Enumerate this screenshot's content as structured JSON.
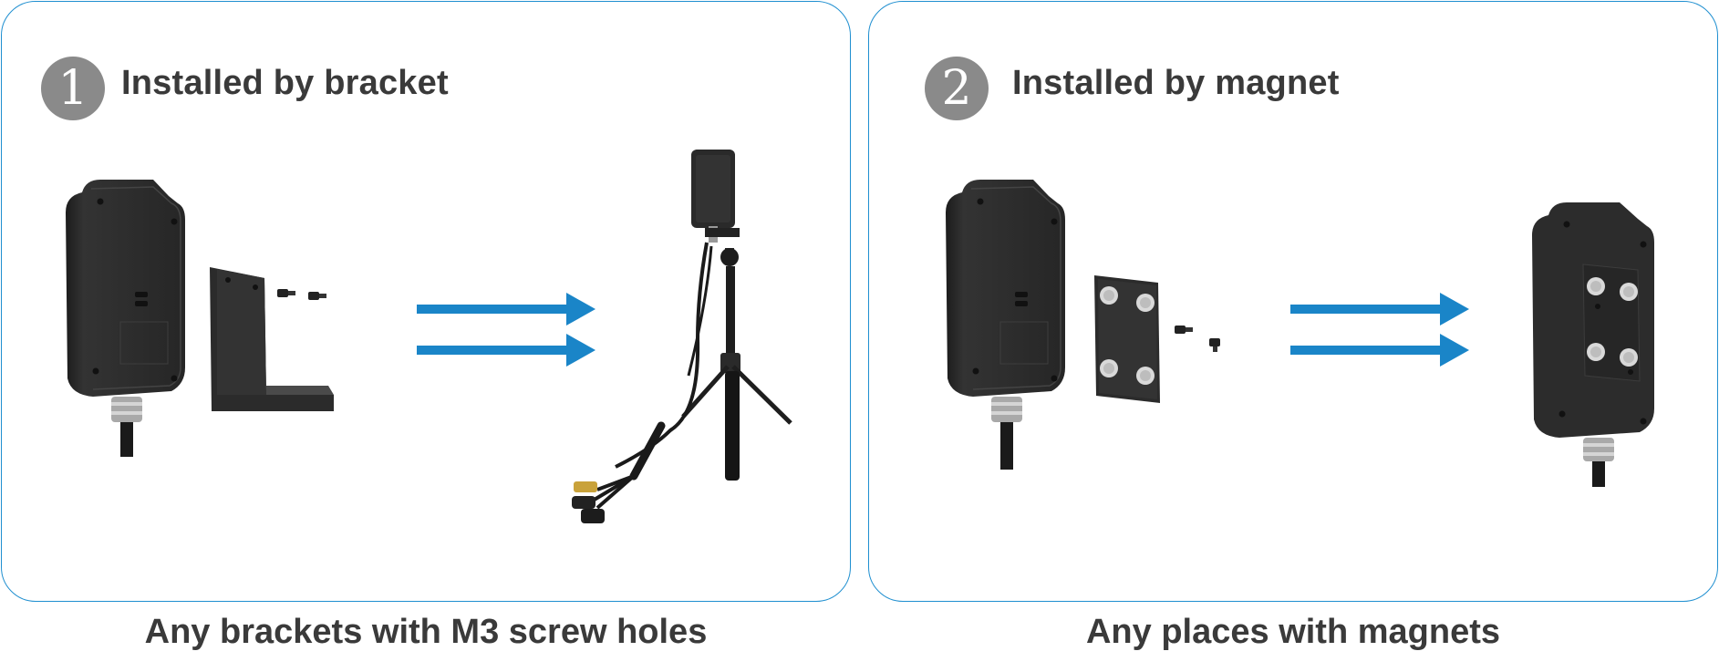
{
  "panels": [
    {
      "step_number": "1",
      "title": "Installed by bracket",
      "caption": "Any brackets with M3 screw holes"
    },
    {
      "step_number": "2",
      "title": "Installed by magnet",
      "caption": "Any places with magnets"
    }
  ],
  "colors": {
    "accent": "#1f8fd0",
    "arrow": "#1a85c8",
    "badge": "#8a8a8a",
    "text": "#3a3a3a",
    "device": "#2e2e2e"
  },
  "icons": {
    "arrow": "double-right-arrow-icon",
    "device": "sensor-housing",
    "bracket": "l-bracket",
    "tripod": "tripod-stand",
    "magnet_plate": "magnet-plate",
    "screw": "screw"
  }
}
